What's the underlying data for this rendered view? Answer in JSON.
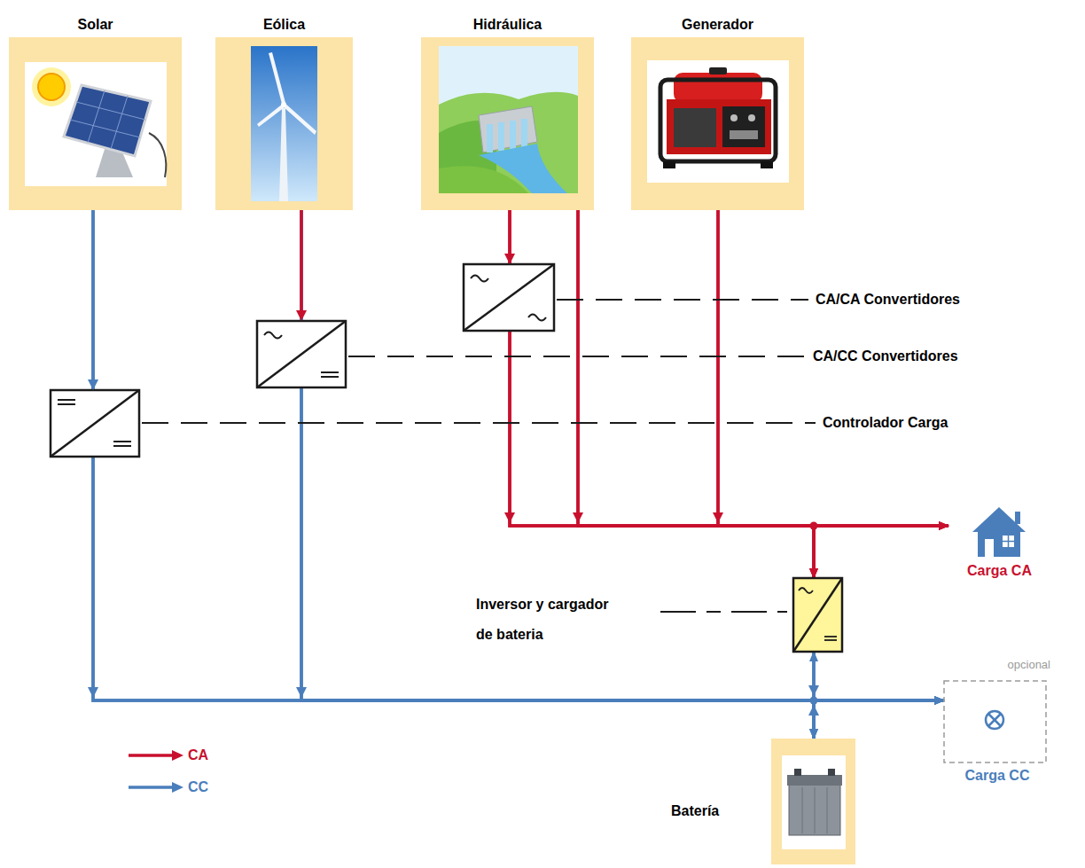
{
  "diagram": {
    "nodes": [
      {
        "text": [
          "Solar"
        ]
      },
      {
        "text": [
          "Eólica"
        ]
      },
      {
        "text": [
          "Hidráulica"
        ]
      },
      {
        "text": [
          "Generador"
        ]
      },
      {
        "text": [
          "Carga CA"
        ]
      },
      {
        "text": [
          "Inversor y cargador de bateria"
        ]
      },
      {
        "text": [
          "Batería"
        ]
      },
      {
        "text": [
          "opcional",
          "Carga CC"
        ]
      }
    ],
    "edges": [
      {
        "from": 2,
        "to": 4,
        "arrow": "to"
      },
      {
        "from": 2,
        "to": 4,
        "arrow": "to"
      },
      {
        "from": 3,
        "to": 4,
        "arrow": "to"
      },
      {
        "from": 2,
        "to": 5,
        "arrow": "to"
      },
      {
        "from": 2,
        "to": 5,
        "arrow": "to"
      },
      {
        "from": 3,
        "to": 5,
        "arrow": "to"
      },
      {
        "from": 0,
        "to": 6,
        "arrow": "to"
      },
      {
        "from": 0,
        "to": 7,
        "arrow": "to"
      },
      {
        "from": 1,
        "to": 6,
        "arrow": "to"
      },
      {
        "from": 1,
        "to": 7,
        "arrow": "to"
      },
      {
        "from": 5,
        "to": 6,
        "arrow": "both"
      },
      {
        "from": 5,
        "to": 7,
        "arrow": "to"
      },
      {
        "from": 6,
        "to": 7,
        "arrow": "to"
      }
    ],
    "labels": [
      "CA/CA Convertidores",
      "CA/CC Convertidores",
      "Controlador Carga"
    ],
    "legend": [
      {
        "text": "CA"
      },
      {
        "text": "CC"
      }
    ]
  }
}
